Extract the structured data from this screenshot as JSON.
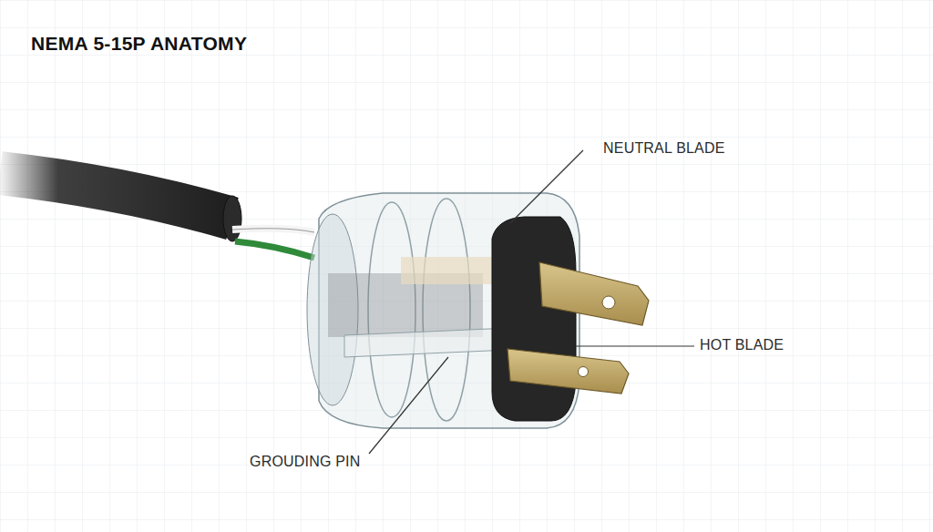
{
  "diagram": {
    "title": "NEMA 5-15P ANATOMY",
    "labels": [
      "NEUTRAL BLADE",
      "HOT BLADE",
      "GROUDING PIN"
    ]
  }
}
